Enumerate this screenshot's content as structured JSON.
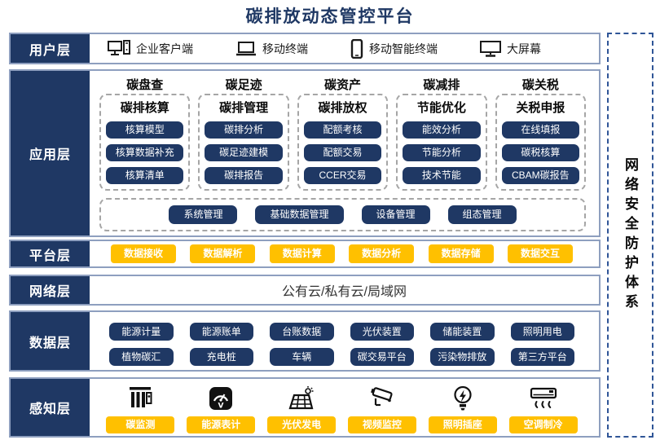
{
  "title": "碳排放动态管控平台",
  "security_sidebar": {
    "label": "网络安全防护体系"
  },
  "colors": {
    "navy": "#1F3864",
    "yellow": "#FFC000",
    "row_border": "#8E9FBF",
    "dashed_gray": "#A6A6A6",
    "dashed_blue": "#2F5597"
  },
  "layers": {
    "user": {
      "label": "用户层",
      "items": [
        {
          "icon": "desktop-pc-icon",
          "label": "企业客户端"
        },
        {
          "icon": "laptop-icon",
          "label": "移动终端"
        },
        {
          "icon": "smartphone-icon",
          "label": "移动智能终端"
        },
        {
          "icon": "big-screen-icon",
          "label": "大屏幕"
        }
      ]
    },
    "application": {
      "label": "应用层",
      "columns": [
        {
          "header": "碳盘查",
          "group": "碳排核算",
          "items": [
            "核算模型",
            "核算数据补充",
            "核算清单"
          ]
        },
        {
          "header": "碳足迹",
          "group": "碳排管理",
          "items": [
            "碳排分析",
            "碳足迹建模",
            "碳排报告"
          ]
        },
        {
          "header": "碳资产",
          "group": "碳排放权",
          "items": [
            "配额考核",
            "配额交易",
            "CCER交易"
          ]
        },
        {
          "header": "碳减排",
          "group": "节能优化",
          "items": [
            "能效分析",
            "节能分析",
            "技术节能"
          ]
        },
        {
          "header": "碳关税",
          "group": "关税申报",
          "items": [
            "在线填报",
            "碳税核算",
            "CBAM碳报告"
          ]
        }
      ],
      "common_items": [
        "系统管理",
        "基础数据管理",
        "设备管理",
        "组态管理"
      ]
    },
    "platform": {
      "label": "平台层",
      "items": [
        "数据接收",
        "数据解析",
        "数据计算",
        "数据分析",
        "数据存储",
        "数据交互"
      ]
    },
    "network": {
      "label": "网络层",
      "text": "公有云/私有云/局域网"
    },
    "data": {
      "label": "数据层",
      "rows": [
        [
          "能源计量",
          "能源账单",
          "台账数据",
          "光伏装置",
          "储能装置",
          "照明用电"
        ],
        [
          "植物碳汇",
          "充电桩",
          "车辆",
          "碳交易平台",
          "污染物排放",
          "第三方平台"
        ]
      ]
    },
    "perception": {
      "label": "感知层",
      "items": [
        {
          "icon": "carbon-monitor-icon",
          "label": "碳监测"
        },
        {
          "icon": "energy-meter-icon",
          "label": "能源表计"
        },
        {
          "icon": "solar-panel-icon",
          "label": "光伏发电"
        },
        {
          "icon": "cctv-camera-icon",
          "label": "视频监控"
        },
        {
          "icon": "light-bulb-icon",
          "label": "照明插座"
        },
        {
          "icon": "air-conditioner-icon",
          "label": "空调制冷"
        }
      ]
    }
  }
}
